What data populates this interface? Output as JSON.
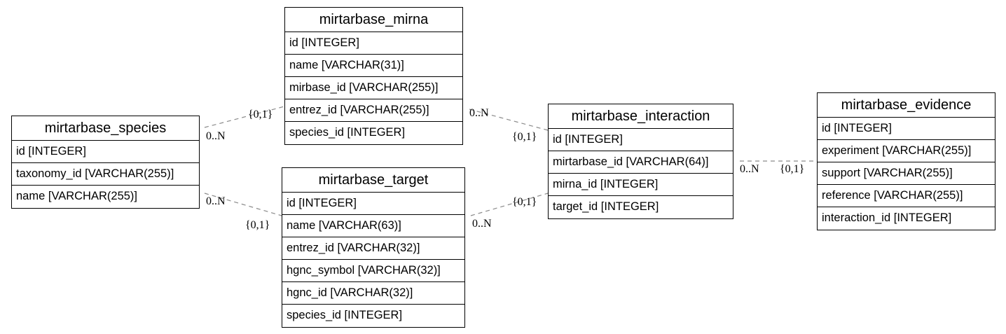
{
  "entities": {
    "mirna": {
      "title": "mirtarbase_mirna",
      "columns": [
        "id [INTEGER]",
        "name [VARCHAR(31)]",
        "mirbase_id [VARCHAR(255)]",
        "entrez_id [VARCHAR(255)]",
        "species_id [INTEGER]"
      ]
    },
    "species": {
      "title": "mirtarbase_species",
      "columns": [
        "id [INTEGER]",
        "taxonomy_id [VARCHAR(255)]",
        "name [VARCHAR(255)]"
      ]
    },
    "target": {
      "title": "mirtarbase_target",
      "columns": [
        "id [INTEGER]",
        "name [VARCHAR(63)]",
        "entrez_id [VARCHAR(32)]",
        "hgnc_symbol [VARCHAR(32)]",
        "hgnc_id [VARCHAR(32)]",
        "species_id [INTEGER]"
      ]
    },
    "interaction": {
      "title": "mirtarbase_interaction",
      "columns": [
        "id [INTEGER]",
        "mirtarbase_id [VARCHAR(64)]",
        "mirna_id [INTEGER]",
        "target_id [INTEGER]"
      ]
    },
    "evidence": {
      "title": "mirtarbase_evidence",
      "columns": [
        "id [INTEGER]",
        "experiment [VARCHAR(255)]",
        "support [VARCHAR(255)]",
        "reference [VARCHAR(255)]",
        "interaction_id [INTEGER]"
      ]
    }
  },
  "relations": [
    {
      "from": "species",
      "to": "mirna",
      "from_card": "0..N",
      "to_card": "{0,1}"
    },
    {
      "from": "species",
      "to": "target",
      "from_card": "0..N",
      "to_card": "{0,1}"
    },
    {
      "from": "interaction",
      "to": "mirna",
      "from_card": "{0,1}",
      "to_card": "0..N"
    },
    {
      "from": "interaction",
      "to": "target",
      "from_card": "{0,1}",
      "to_card": "0..N"
    },
    {
      "from": "interaction",
      "to": "evidence",
      "from_card": "0..N",
      "to_card": "{0,1}"
    }
  ]
}
